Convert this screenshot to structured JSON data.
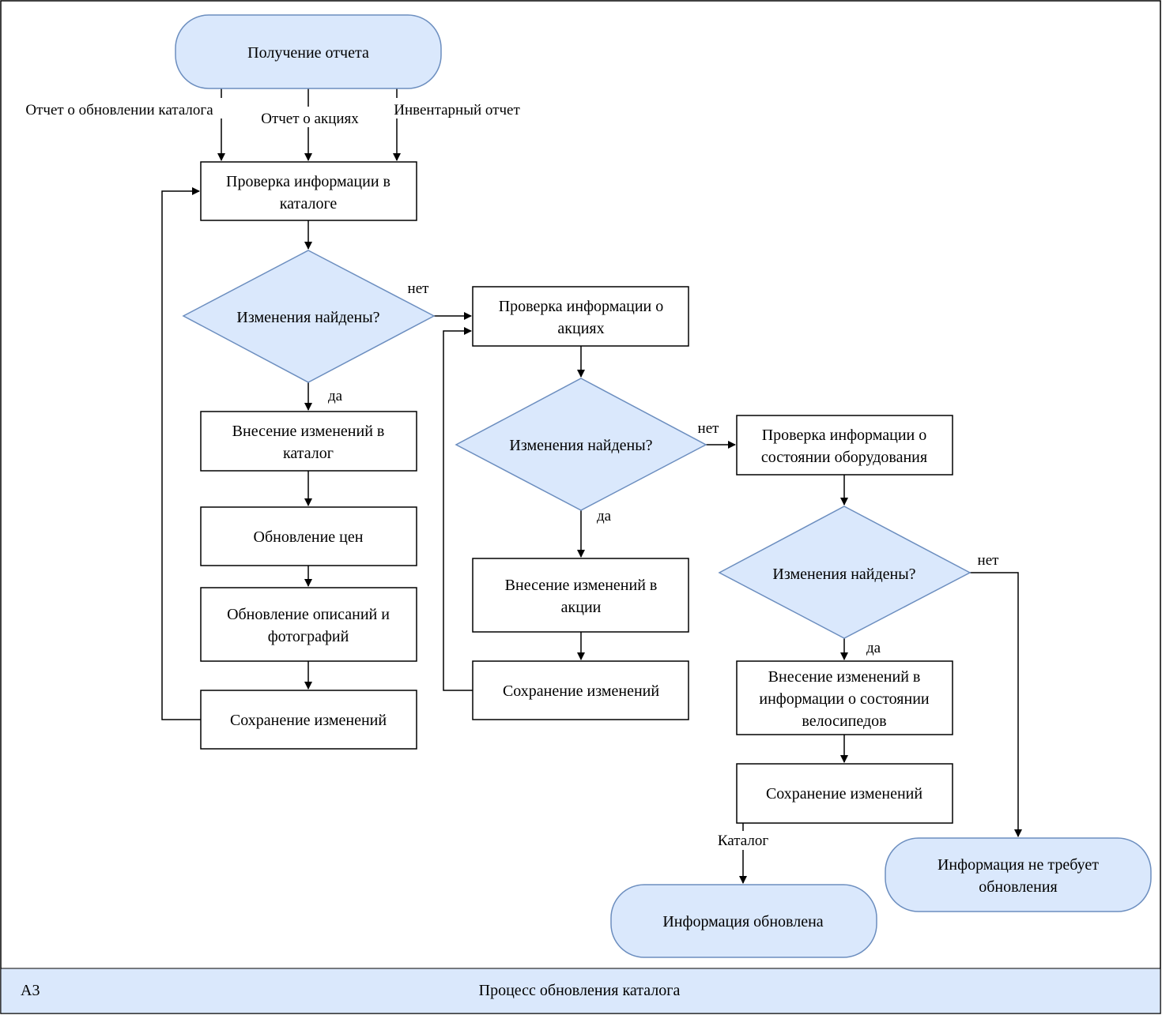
{
  "colors": {
    "terminal_fill": "#dae8fc",
    "terminal_stroke": "#6c8ebf",
    "decision_fill": "#dae8fc",
    "decision_stroke": "#6c8ebf",
    "process_fill": "#ffffff",
    "process_stroke": "#000000",
    "line": "#000000",
    "footer_fill": "#dae8fc"
  },
  "nodes": {
    "start": [
      "Получение отчета"
    ],
    "check_catalog": [
      "Проверка информации в",
      "каталоге"
    ],
    "decision_1": [
      "Изменения найдены?"
    ],
    "change_catalog": [
      "Внесение изменений в",
      "каталог"
    ],
    "update_prices": [
      "Обновление цен"
    ],
    "update_desc": [
      "Обновление описаний и",
      "фотографий"
    ],
    "save_1": [
      "Сохранение изменений"
    ],
    "check_promo": [
      "Проверка информации о",
      "акциях"
    ],
    "decision_2": [
      "Изменения найдены?"
    ],
    "change_promo": [
      "Внесение изменений в",
      "акции"
    ],
    "save_2": [
      "Сохранение изменений"
    ],
    "check_equipment": [
      "Проверка информации о",
      "состоянии оборудования"
    ],
    "decision_3": [
      "Изменения найдены?"
    ],
    "change_bikes": [
      "Внесение изменений в",
      "информации о состоянии",
      "велосипедов"
    ],
    "save_3": [
      "Сохранение изменений"
    ],
    "end_updated": [
      "Информация обновлена"
    ],
    "end_no_update": [
      "Информация не требует",
      "обновления"
    ]
  },
  "edge_labels": {
    "report_catalog": "Отчет о обновлении каталога",
    "report_promo": "Отчет о акциях",
    "report_inventory": "Инвентарный отчет",
    "no_1": "нет",
    "yes_1": "да",
    "no_2": "нет",
    "yes_2": "да",
    "no_3": "нет",
    "yes_3": "да",
    "catalog": "Каталог"
  },
  "footer": {
    "code": "А3",
    "title": "Процесс обновления каталога"
  }
}
